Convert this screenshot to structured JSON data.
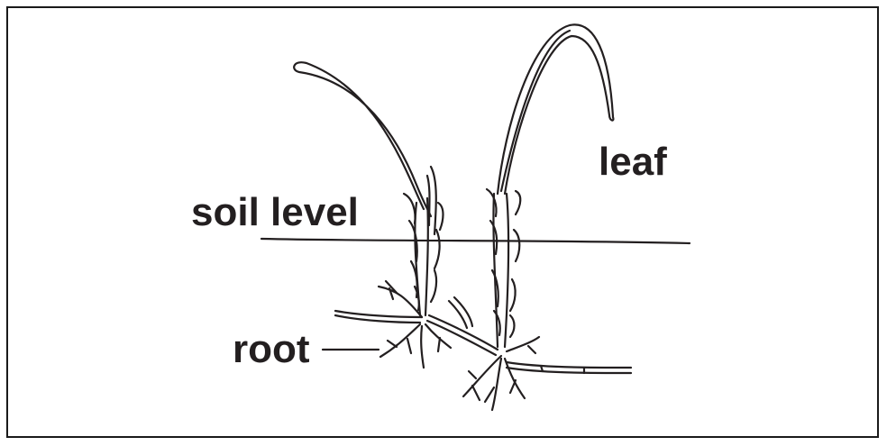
{
  "diagram": {
    "labels": {
      "leaf": "leaf",
      "soil_level": "soil level",
      "root": "root"
    },
    "colors": {
      "ink": "#231f20",
      "border": "#1a1a1a",
      "background": "#ffffff"
    }
  }
}
